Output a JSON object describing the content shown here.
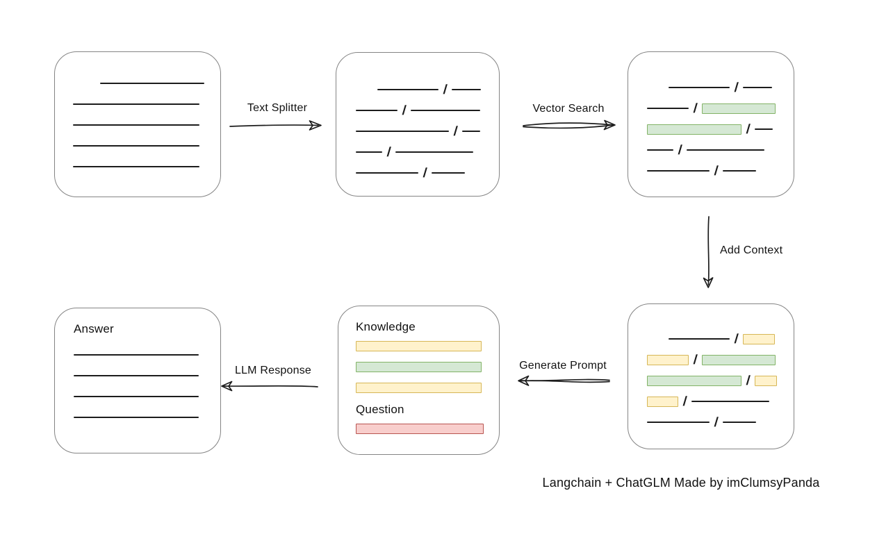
{
  "caption": "Langchain + ChatGLM Made by imClumsyPanda",
  "arrows": {
    "text_splitter": {
      "label": "Text Splitter"
    },
    "vector_search": {
      "label": "Vector Search"
    },
    "add_context": {
      "label": "Add Context"
    },
    "generate_prompt": {
      "label": "Generate Prompt"
    },
    "llm_response": {
      "label": "LLM Response"
    }
  },
  "colors": {
    "green_fill": "#d5e8d4",
    "green_border": "#82b366",
    "yellow_fill": "#fff2cc",
    "yellow_border": "#d6b656",
    "red_fill": "#f8cecc",
    "red_border": "#b85450",
    "box_border": "#848484",
    "line": "#1c1c1c"
  },
  "boxes": {
    "document": {
      "rows": [
        [
          {
            "t": "space",
            "w": 32
          },
          {
            "t": "line",
            "w": 150
          }
        ],
        [
          {
            "t": "line",
            "w": 182
          }
        ],
        [
          {
            "t": "line",
            "w": 182
          }
        ],
        [
          {
            "t": "line",
            "w": 182
          }
        ],
        [
          {
            "t": "line",
            "w": 182
          }
        ]
      ]
    },
    "chunks": {
      "rows": [
        [
          {
            "t": "space",
            "w": 24
          },
          {
            "t": "line",
            "w": 88
          },
          {
            "t": "slash"
          },
          {
            "t": "line",
            "w": 42
          }
        ],
        [
          {
            "t": "line",
            "w": 60
          },
          {
            "t": "slash"
          },
          {
            "t": "line",
            "w": 100
          }
        ],
        [
          {
            "t": "line",
            "w": 134
          },
          {
            "t": "slash"
          },
          {
            "t": "line",
            "w": 26
          }
        ],
        [
          {
            "t": "line",
            "w": 38
          },
          {
            "t": "slash"
          },
          {
            "t": "line",
            "w": 112
          }
        ],
        [
          {
            "t": "line",
            "w": 90
          },
          {
            "t": "slash"
          },
          {
            "t": "line",
            "w": 48
          }
        ]
      ]
    },
    "search": {
      "rows": [
        [
          {
            "t": "space",
            "w": 24
          },
          {
            "t": "line",
            "w": 88
          },
          {
            "t": "slash"
          },
          {
            "t": "line",
            "w": 42
          }
        ],
        [
          {
            "t": "line",
            "w": 60
          },
          {
            "t": "slash"
          },
          {
            "t": "chip",
            "c": "green",
            "w": 106
          }
        ],
        [
          {
            "t": "chip",
            "c": "green",
            "w": 136
          },
          {
            "t": "slash"
          },
          {
            "t": "line",
            "w": 26
          }
        ],
        [
          {
            "t": "line",
            "w": 38
          },
          {
            "t": "slash"
          },
          {
            "t": "line",
            "w": 112
          }
        ],
        [
          {
            "t": "line",
            "w": 90
          },
          {
            "t": "slash"
          },
          {
            "t": "line",
            "w": 48
          }
        ]
      ]
    },
    "context": {
      "rows": [
        [
          {
            "t": "space",
            "w": 24
          },
          {
            "t": "line",
            "w": 88
          },
          {
            "t": "slash"
          },
          {
            "t": "chip",
            "c": "yellow",
            "w": 46
          }
        ],
        [
          {
            "t": "chip",
            "c": "yellow",
            "w": 60
          },
          {
            "t": "slash"
          },
          {
            "t": "chip",
            "c": "green",
            "w": 106
          }
        ],
        [
          {
            "t": "chip",
            "c": "green",
            "w": 136
          },
          {
            "t": "slash"
          },
          {
            "t": "chip",
            "c": "yellow",
            "w": 32
          }
        ],
        [
          {
            "t": "chip",
            "c": "yellow",
            "w": 45
          },
          {
            "t": "slash"
          },
          {
            "t": "line",
            "w": 112
          }
        ],
        [
          {
            "t": "line",
            "w": 90
          },
          {
            "t": "slash"
          },
          {
            "t": "line",
            "w": 48
          }
        ]
      ]
    },
    "prompt": {
      "knowledge_label": "Knowledge",
      "question_label": "Question",
      "knowledge_rows": [
        [
          {
            "t": "chip",
            "c": "yellow",
            "w": 181
          }
        ],
        [
          {
            "t": "chip",
            "c": "green",
            "w": 181
          }
        ],
        [
          {
            "t": "chip",
            "c": "yellow",
            "w": 181
          }
        ]
      ],
      "question_rows": [
        [
          {
            "t": "chip",
            "c": "red",
            "w": 184
          }
        ]
      ]
    },
    "answer": {
      "label": "Answer",
      "rows": [
        [
          {
            "t": "line",
            "w": 180
          }
        ],
        [
          {
            "t": "line",
            "w": 180
          }
        ],
        [
          {
            "t": "line",
            "w": 180
          }
        ],
        [
          {
            "t": "line",
            "w": 180
          }
        ]
      ]
    }
  }
}
